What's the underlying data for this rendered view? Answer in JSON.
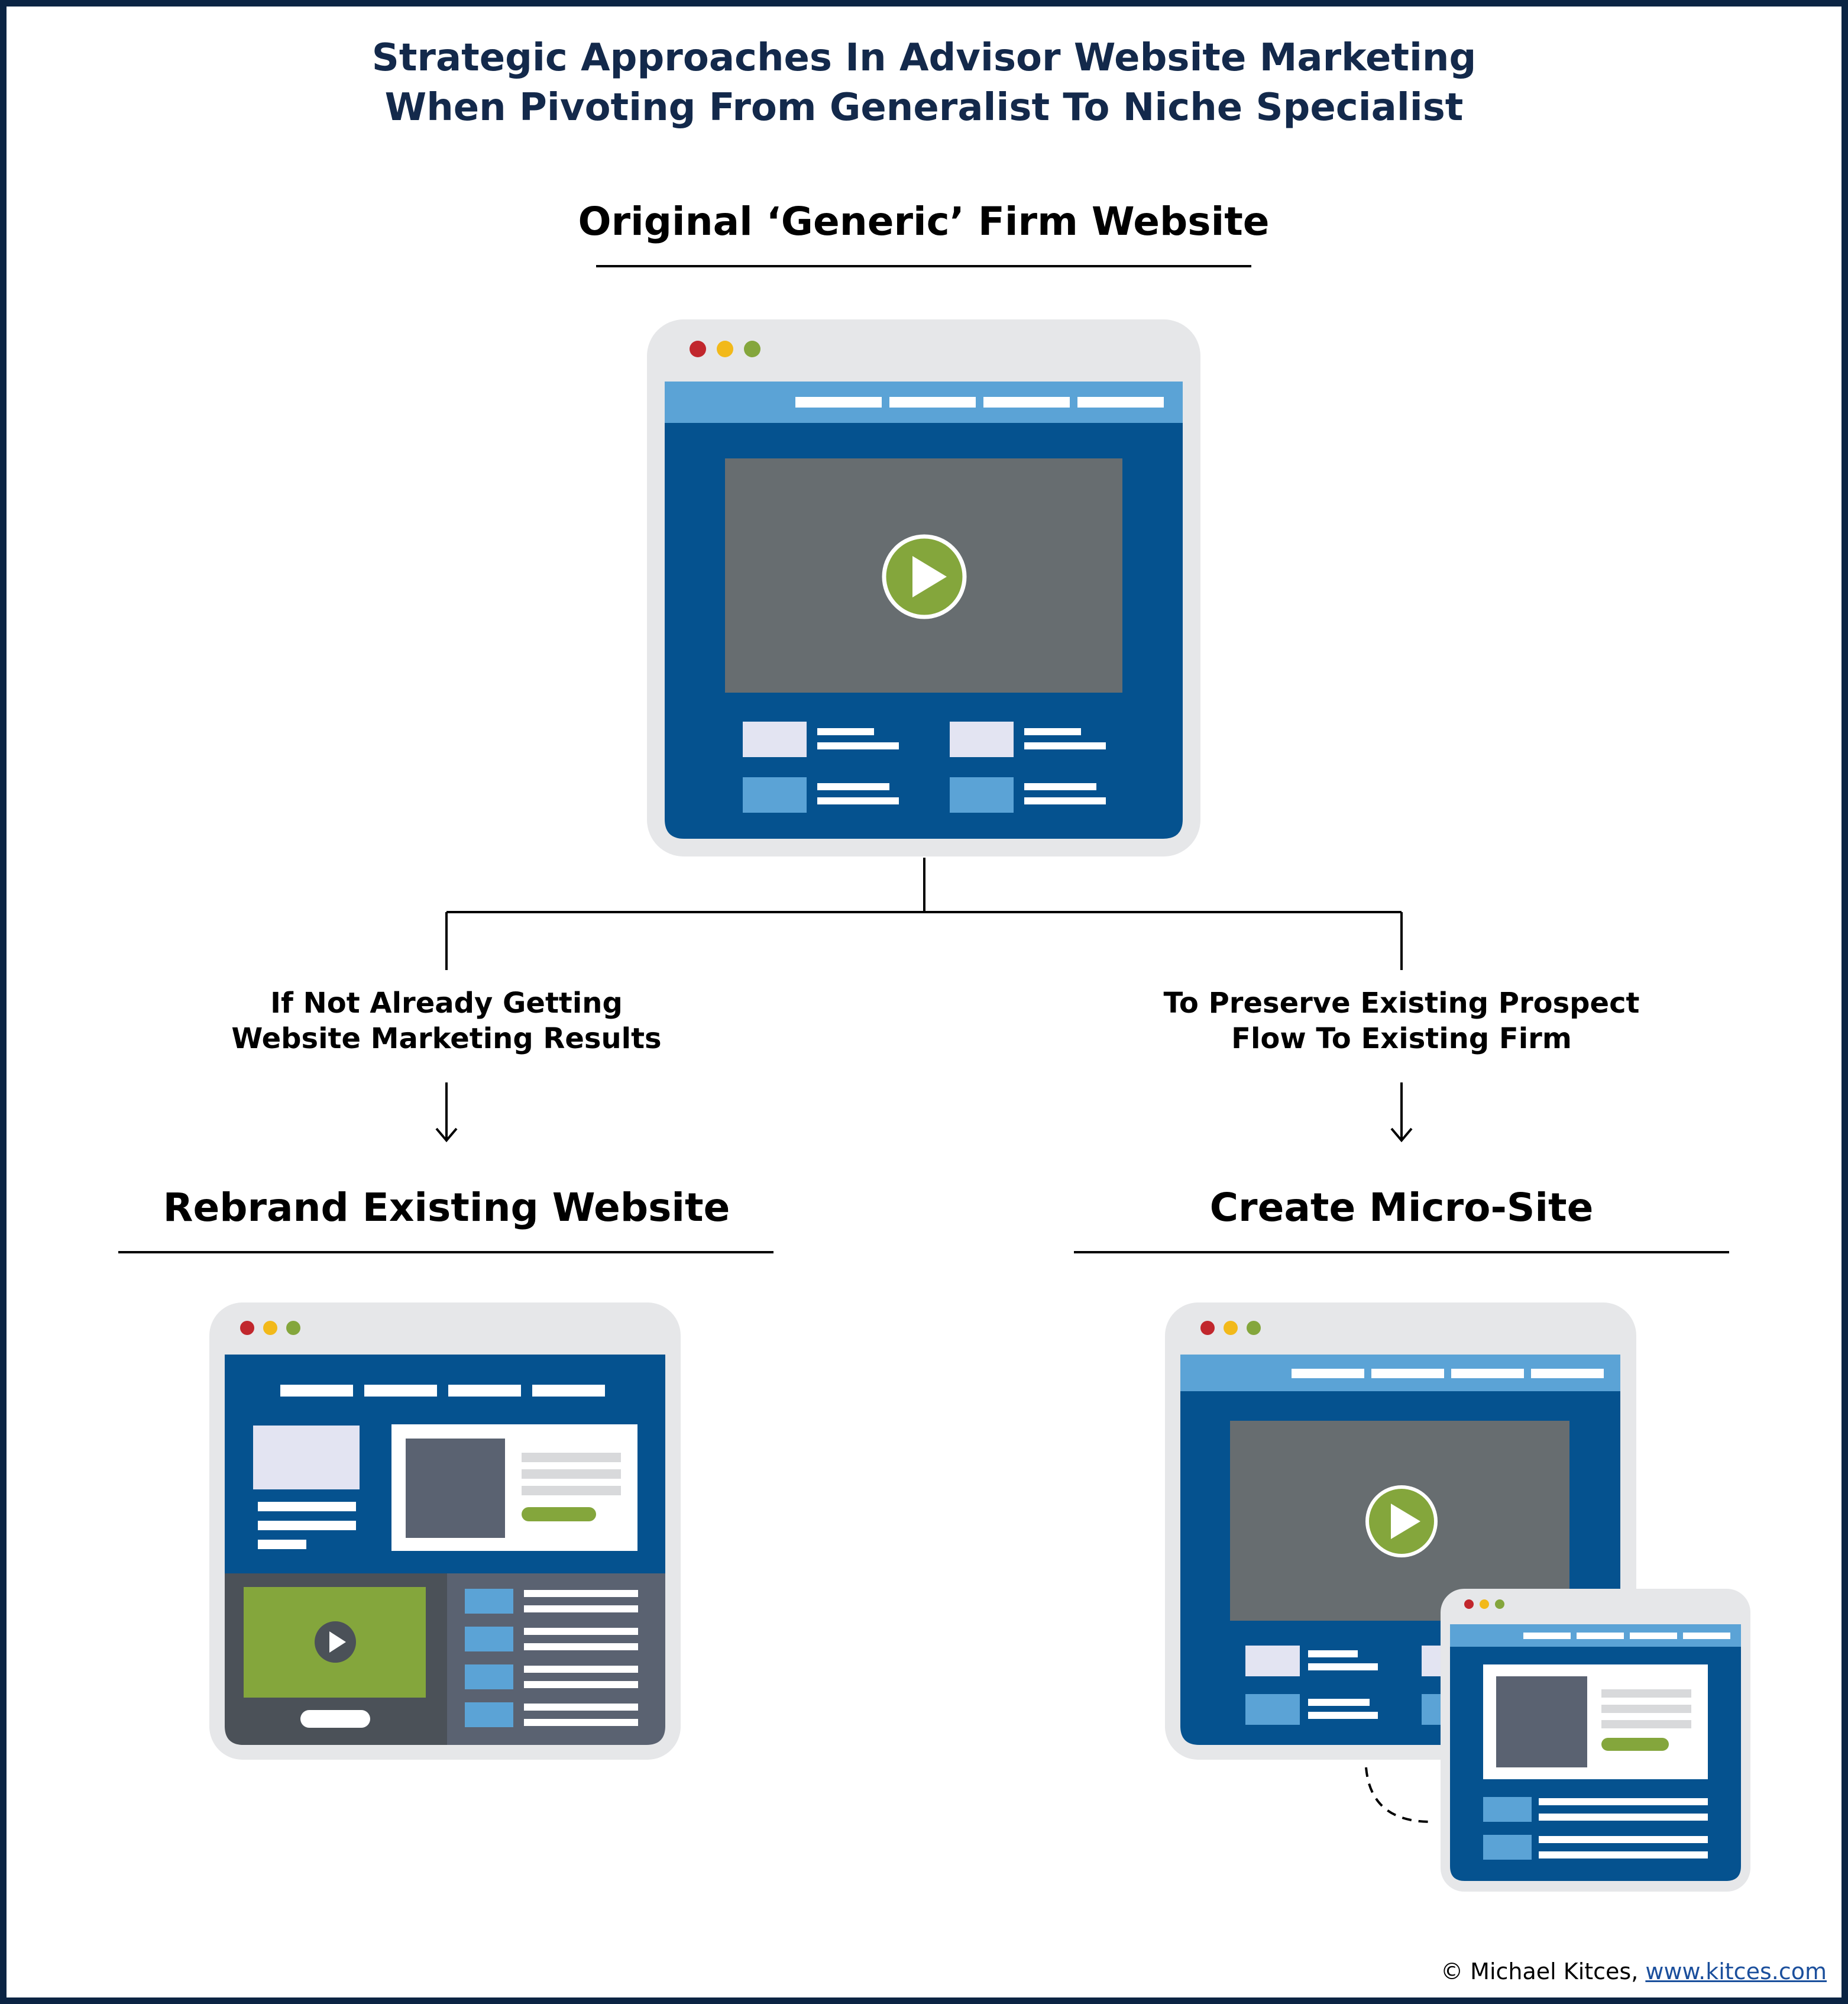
{
  "title": {
    "line1": "Strategic Approaches In Advisor Website Marketing",
    "line2": "When Pivoting From Generalist To Niche Specialist"
  },
  "original": {
    "heading": "Original ‘Generic’ Firm Website",
    "mockup_icon": "browser-video-site-icon"
  },
  "branches": {
    "left": {
      "condition_line1": "If Not Already Getting",
      "condition_line2": "Website Marketing Results",
      "heading": "Rebrand Existing Website",
      "mockup_icon": "browser-rebranded-site-icon"
    },
    "right": {
      "condition_line1": "To Preserve Existing Prospect",
      "condition_line2": "Flow To Existing Firm",
      "heading": "Create Micro-Site",
      "mockup_icon": "browser-micro-site-icon"
    }
  },
  "credit": {
    "prefix": "© Michael Kitces, ",
    "link": "www.kitces.com"
  },
  "colors": {
    "navy": "#0b2443",
    "site_blue": "#05528f",
    "light_blue": "#5ba3d6",
    "video_gray": "#676d70",
    "accent_green": "#84a63c",
    "dot_red": "#c1272d",
    "dot_yellow": "#f2b91a",
    "frame_gray": "#e6e7e9"
  }
}
